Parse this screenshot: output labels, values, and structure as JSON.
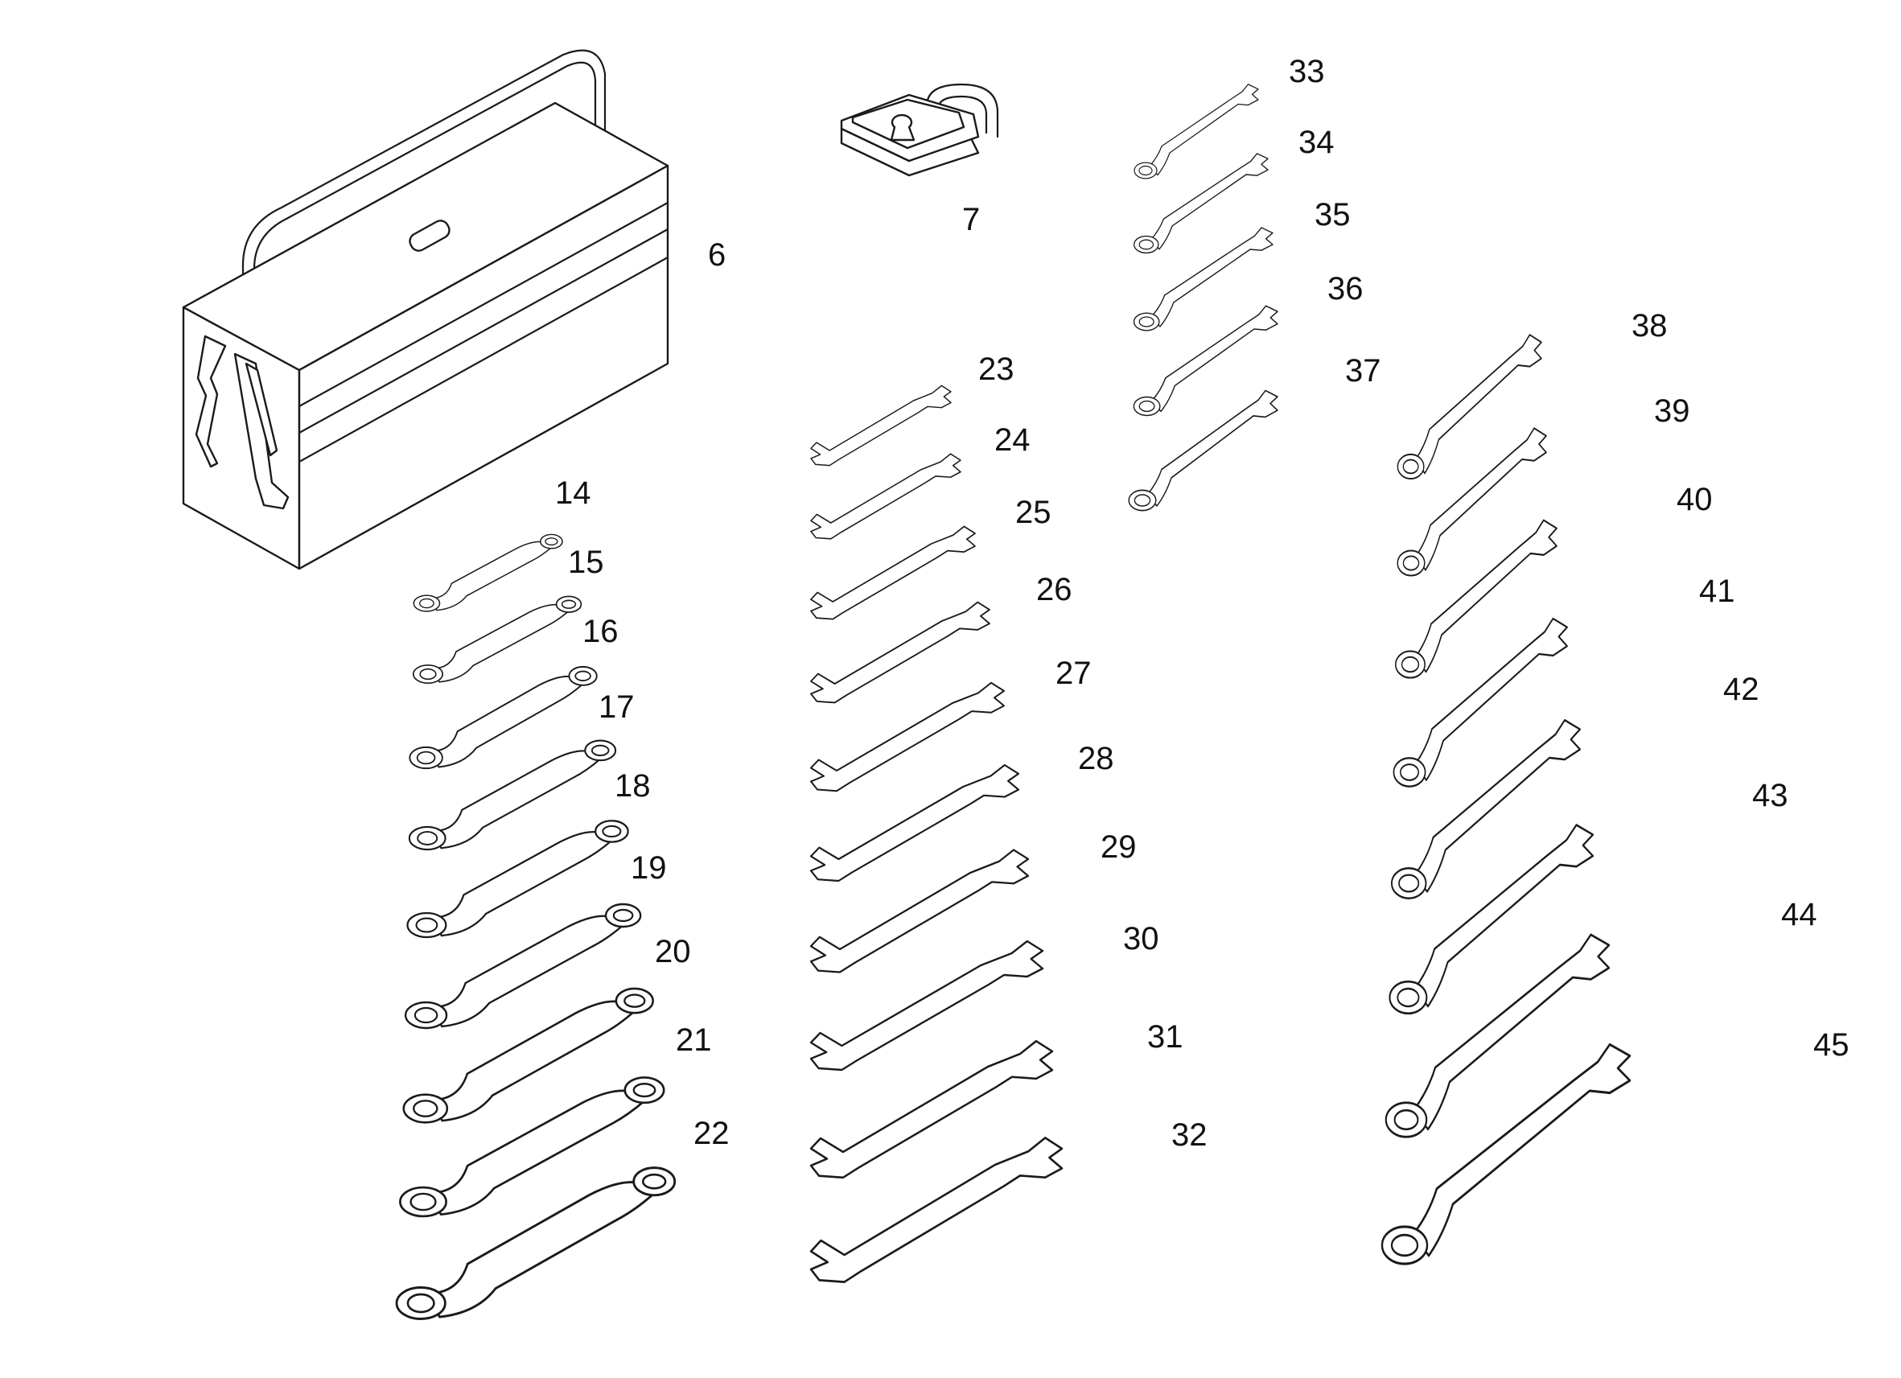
{
  "parts": {
    "toolbox": {
      "number": "6"
    },
    "padlock": {
      "number": "7"
    },
    "box_wrenches": [
      {
        "number": "14"
      },
      {
        "number": "15"
      },
      {
        "number": "16"
      },
      {
        "number": "17"
      },
      {
        "number": "18"
      },
      {
        "number": "19"
      },
      {
        "number": "20"
      },
      {
        "number": "21"
      },
      {
        "number": "22"
      }
    ],
    "open_end_wrenches": [
      {
        "number": "23"
      },
      {
        "number": "24"
      },
      {
        "number": "25"
      },
      {
        "number": "26"
      },
      {
        "number": "27"
      },
      {
        "number": "28"
      },
      {
        "number": "29"
      },
      {
        "number": "30"
      },
      {
        "number": "31"
      },
      {
        "number": "32"
      }
    ],
    "small_combination_wrenches": [
      {
        "number": "33"
      },
      {
        "number": "34"
      },
      {
        "number": "35"
      },
      {
        "number": "36"
      },
      {
        "number": "37"
      }
    ],
    "large_combination_wrenches": [
      {
        "number": "38"
      },
      {
        "number": "39"
      },
      {
        "number": "40"
      },
      {
        "number": "41"
      },
      {
        "number": "42"
      },
      {
        "number": "43"
      },
      {
        "number": "44"
      },
      {
        "number": "45"
      }
    ]
  },
  "colors": {
    "line": "#1a1a1a",
    "fill": "#ffffff"
  }
}
